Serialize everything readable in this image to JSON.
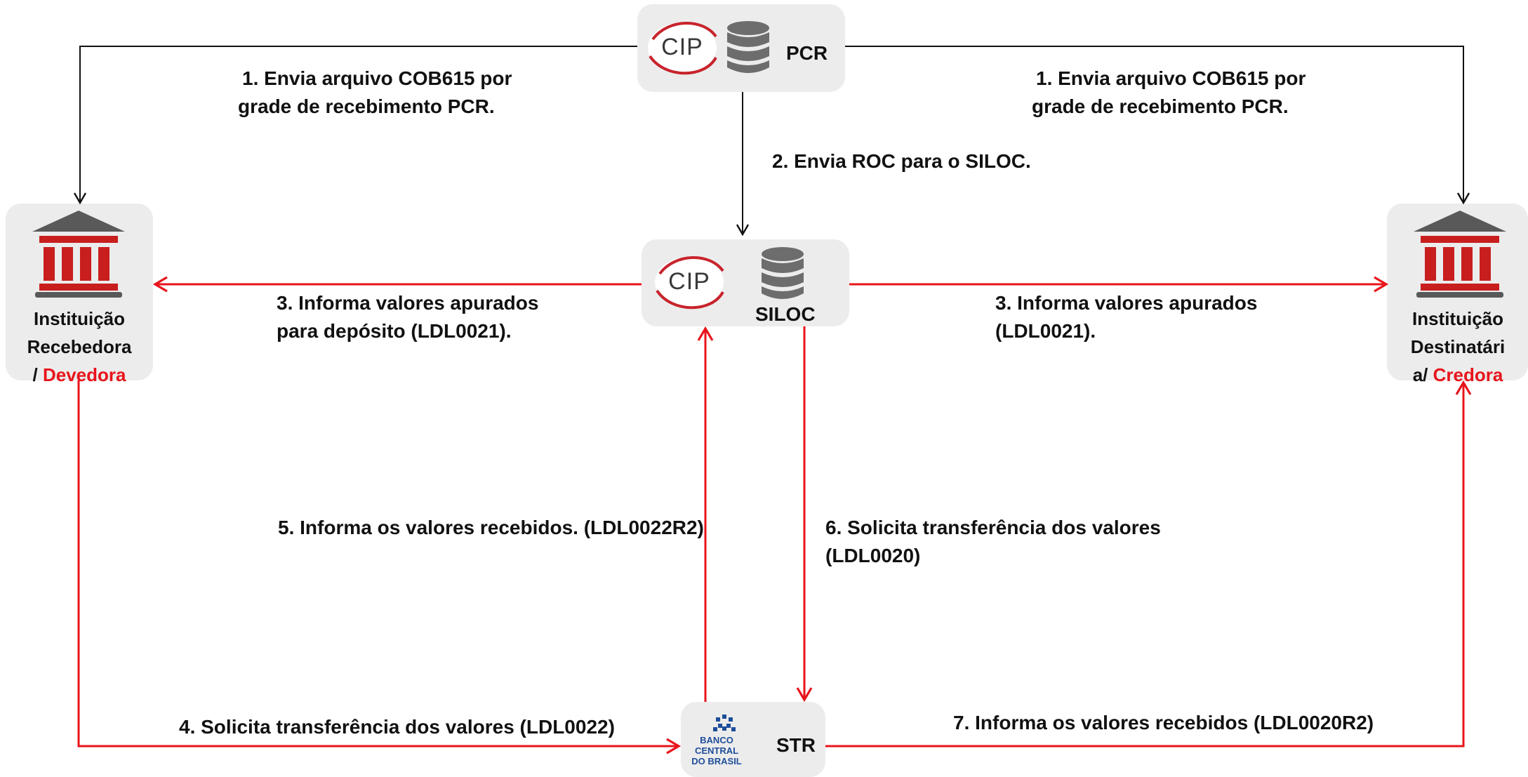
{
  "nodes": {
    "pcr": {
      "logo": "CIP",
      "label": "PCR",
      "icon": "database-icon"
    },
    "siloc": {
      "logo": "CIP",
      "label": "SILOC",
      "icon": "database-icon"
    },
    "str": {
      "logo_line1": "BANCO CENTRAL",
      "logo_line2": "DO BRASIL",
      "label": "STR",
      "icon": "bcb-logo-icon"
    },
    "devedora": {
      "line1": "Instituição",
      "line2": "Recebedora",
      "line3_prefix": "/ ",
      "line3_highlight": "Devedora",
      "icon": "bank-icon"
    },
    "credora": {
      "line1": "Instituição",
      "line2": "Destinatári",
      "line3_prefix": "a/ ",
      "line3_highlight": "Credora",
      "icon": "bank-icon"
    }
  },
  "steps": {
    "s1_left": {
      "line1": "1. Envia arquivo COB615 por",
      "line2": "grade de recebimento PCR."
    },
    "s1_right": {
      "line1": "1. Envia arquivo COB615 por",
      "line2": "grade de recebimento PCR."
    },
    "s2": {
      "line1": "2. Envia  ROC para o SILOC."
    },
    "s3_left": {
      "line1": "3. Informa valores apurados",
      "line2": "para depósito (LDL0021)."
    },
    "s3_right": {
      "line1": "3. Informa valores apurados",
      "line2": "(LDL0021)."
    },
    "s4": {
      "line1": "4. Solicita transferência dos valores (LDL0022)"
    },
    "s5": {
      "line1": "5. Informa os valores recebidos. (LDL0022R2)"
    },
    "s6": {
      "line1": "6. Solicita transferência dos  valores",
      "line2": "(LDL0020)"
    },
    "s7": {
      "line1": "7. Informa os valores recebidos (LDL0020R2)"
    }
  },
  "colors": {
    "accent_red": "#e8141b",
    "black_arrow": "#111111",
    "box_bg": "#ececec",
    "bank_red": "#c81e1e",
    "bank_gray": "#595959",
    "db_gray": "#6d6d6d"
  }
}
